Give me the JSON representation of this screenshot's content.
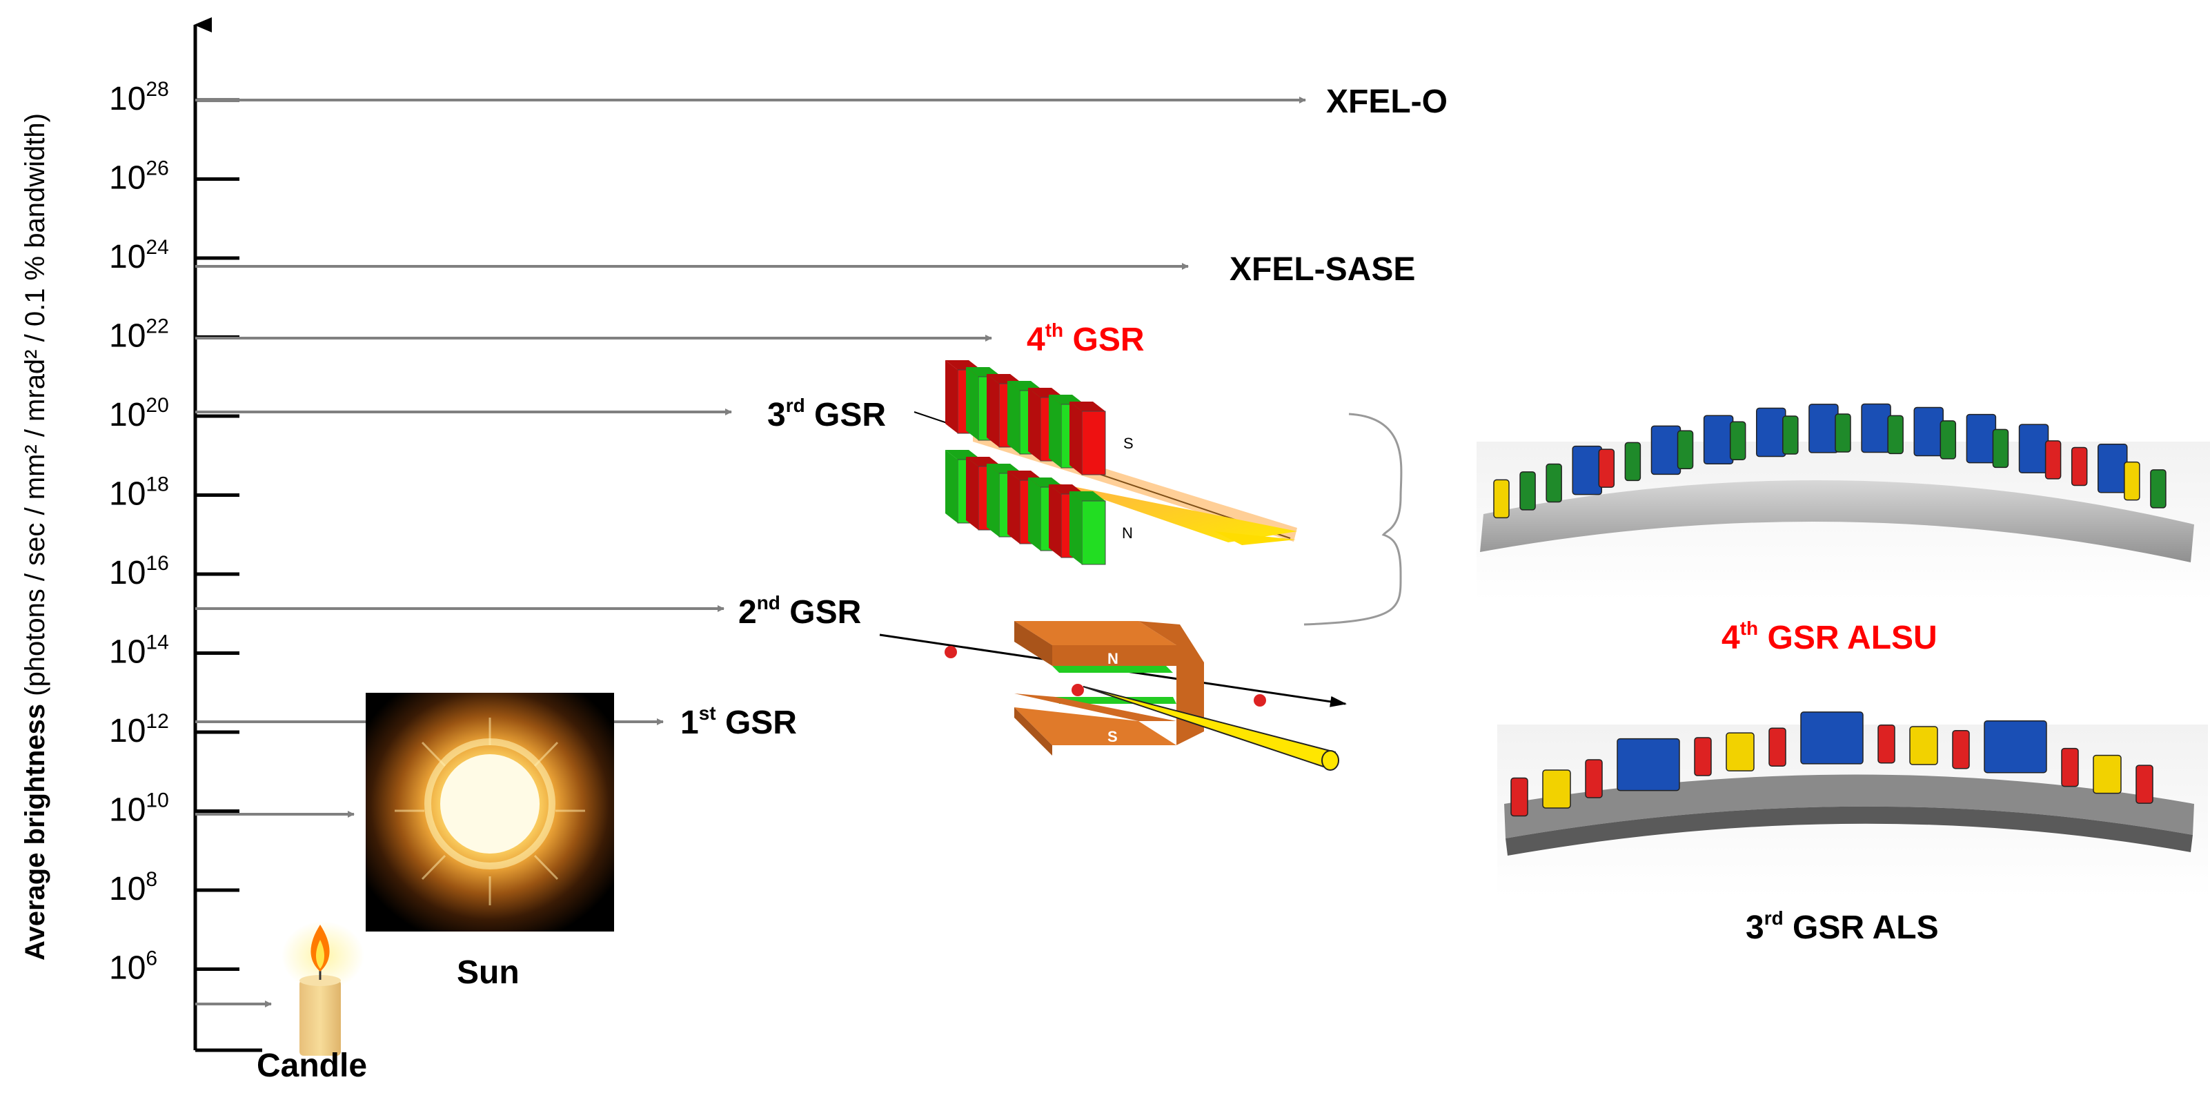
{
  "axis": {
    "label_bold": "Average brightness",
    "label_rest": " (photons / sec / mm² / mrad² / 0.1 % bandwidth)",
    "tick_base": "10",
    "tick_exponents": [
      "28",
      "26",
      "24",
      "22",
      "20",
      "18",
      "16",
      "14",
      "12",
      "10",
      "8",
      "6"
    ]
  },
  "sources": {
    "xfel_o": "XFEL-O",
    "xfel_sase": "XFEL-SASE",
    "gsr4": {
      "ordinal": "4",
      "suffix": "th",
      "text": " GSR"
    },
    "gsr3": {
      "ordinal": "3",
      "suffix": "rd",
      "text": " GSR"
    },
    "gsr2": {
      "ordinal": "2",
      "suffix": "nd",
      "text": " GSR"
    },
    "gsr1": {
      "ordinal": "1",
      "suffix": "st",
      "text": " GSR"
    },
    "sun": "Sun",
    "candle": "Candle"
  },
  "magnets": {
    "pole_s": "S",
    "pole_n": "N"
  },
  "lattices": {
    "alsu": {
      "ordinal": "4",
      "suffix": "th",
      "text": " GSR ALSU"
    },
    "als": {
      "ordinal": "3",
      "suffix": "rd",
      "text": " GSR ALS"
    }
  },
  "colors": {
    "accent_red": "#ff0000",
    "arrow_gray": "#808080",
    "magnet_green": "#22dd22",
    "magnet_red": "#ee1111",
    "bend_orange": "#d2691e",
    "lattice_blue": "#1a4fb5",
    "lattice_green": "#1f8a2a",
    "lattice_yellow": "#f2d200"
  }
}
